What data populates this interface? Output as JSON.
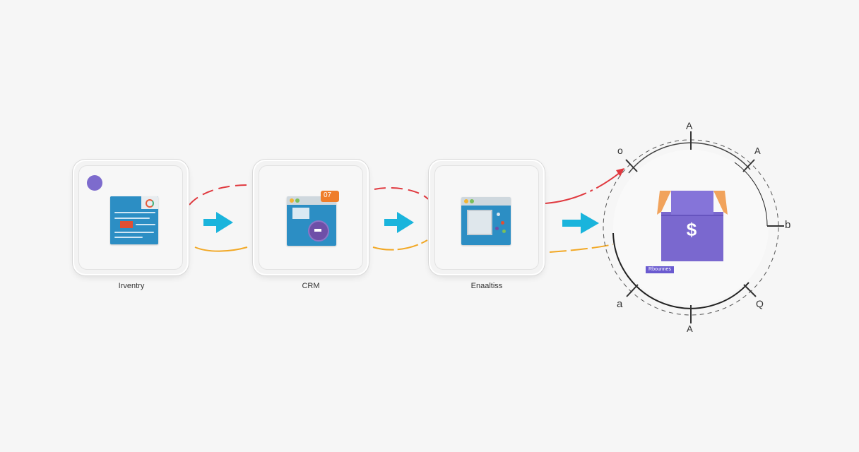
{
  "nodes": [
    {
      "id": "inventory",
      "label": "Irventry"
    },
    {
      "id": "crm",
      "label": "CRM"
    },
    {
      "id": "analytics",
      "label": "Enaaltiss"
    }
  ],
  "hub": {
    "symbol": "$",
    "tag": "Rbounnes",
    "perimeter_glyphs": [
      "A",
      "A",
      "b",
      "Q",
      "A",
      "a",
      "o"
    ]
  },
  "crm_badge": "07",
  "colors": {
    "arrow": "#1ab4dc",
    "red_link": "#e0393f",
    "orange_link": "#f2a825",
    "window_blue": "#2c8ec4",
    "store_purple": "#7a68cf",
    "awning_orange": "#f1a35c",
    "dot_purple": "#7d6bcd"
  },
  "icons": [
    "inventory-window-icon",
    "crm-window-icon",
    "analytics-window-icon",
    "storefront-icon",
    "flow-arrow-icon"
  ]
}
